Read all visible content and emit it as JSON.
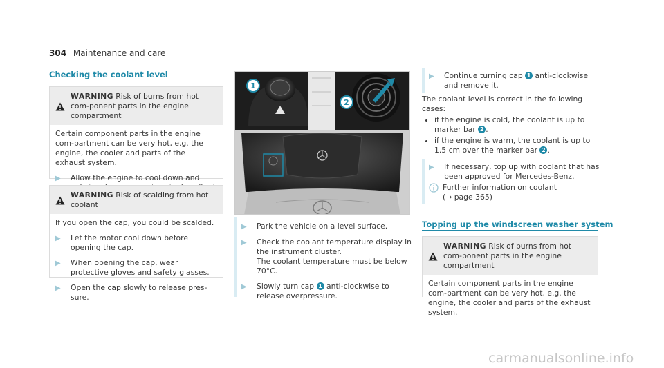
{
  "header": {
    "page_number": "304",
    "section": "Maintenance and care"
  },
  "col1": {
    "title": "Checking the coolant level",
    "warning1": {
      "keyword": "WARNING",
      "lead": " Risk of burns from hot com-ponent parts in the engine compartment",
      "body": "Certain component parts in the engine com-partment can be very hot, e.g. the engine, the cooler and parts of the exhaust system.",
      "steps": [
        "Allow the engine to cool down and only touch component parts described in the following."
      ]
    },
    "warning2": {
      "keyword": "WARNING",
      "lead": " Risk of scalding from hot coolant",
      "body": "If you open the cap, you could be scalded.",
      "steps": [
        "Let the motor cool down before opening the cap.",
        "When opening the cap, wear protective gloves and safety glasses.",
        "Open the cap slowly to release pres-sure."
      ]
    }
  },
  "figure": {
    "callout_1": "1",
    "callout_2": "2"
  },
  "col2": {
    "step1": "Park the vehicle on a level surface.",
    "step2": "Check the coolant temperature display in the instrument cluster.",
    "step2_note": "The coolant temperature must be below 70°C.",
    "step3_a": "Slowly turn cap ",
    "step3_badge": "1",
    "step3_b": " anti-clockwise to release overpressure."
  },
  "col3": {
    "step1_a": "Continue turning cap ",
    "step1_badge": "1",
    "step1_b": " anti-clockwise and remove it.",
    "para": "The coolant level is correct in the following cases:",
    "bullet1_a": "if the engine is cold, the coolant is up to marker bar ",
    "bullet1_badge": "2",
    "bullet1_b": ".",
    "bullet2_a": "if the engine is warm, the coolant is up to 1.5 cm over the marker bar ",
    "bullet2_badge": "2",
    "bullet2_b": ".",
    "step2": "If necessary, top up with coolant that has been approved for Mercedes-Benz.",
    "info_a": "Further information on coolant",
    "info_b": "(→ page 365)",
    "title2": "Topping up the windscreen washer system",
    "warning": {
      "keyword": "WARNING",
      "lead": " Risk of burns from hot com-ponent parts in the engine compartment",
      "body": "Certain component parts in the engine com-partment can be very hot, e.g. the engine, the cooler and parts of the exhaust system."
    }
  },
  "footer": {
    "watermark": "carmanualsonline.info"
  },
  "colors": {
    "accent": "#1f8aa8",
    "warning_bg": "#ececec",
    "step_bar": "#d9ecf3"
  }
}
